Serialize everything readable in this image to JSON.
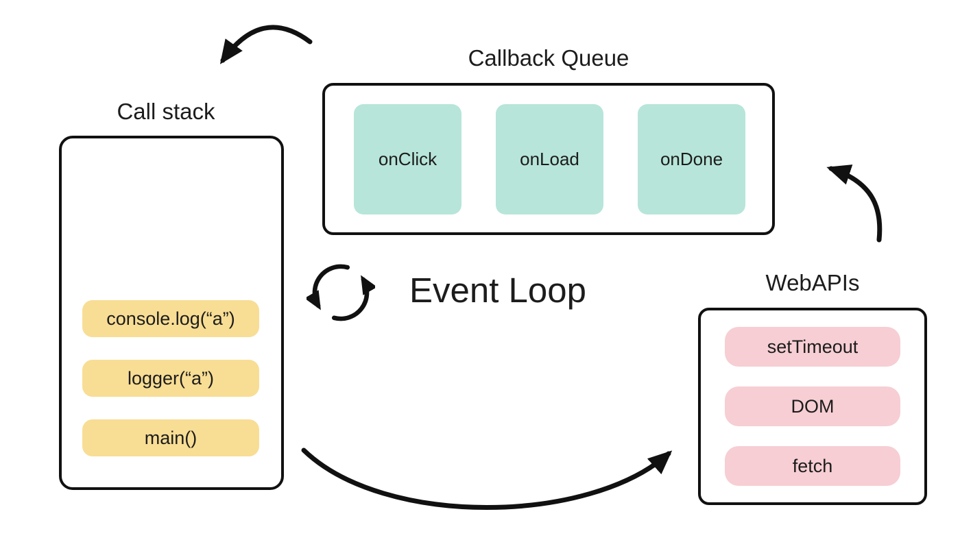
{
  "call_stack": {
    "title": "Call stack",
    "items": [
      "console.log(“a”)",
      "logger(“a”)",
      "main()"
    ]
  },
  "callback_queue": {
    "title": "Callback Queue",
    "items": [
      "onClick",
      "onLoad",
      "onDone"
    ]
  },
  "web_apis": {
    "title": "WebAPIs",
    "items": [
      "setTimeout",
      "DOM",
      "fetch"
    ]
  },
  "event_loop": {
    "label": "Event Loop"
  },
  "colors": {
    "call_stack_item": "#f8dd94",
    "callback_queue_item": "#b7e5d9",
    "web_api_item": "#f6ced3",
    "outline": "#111111",
    "background": "#ffffff"
  }
}
